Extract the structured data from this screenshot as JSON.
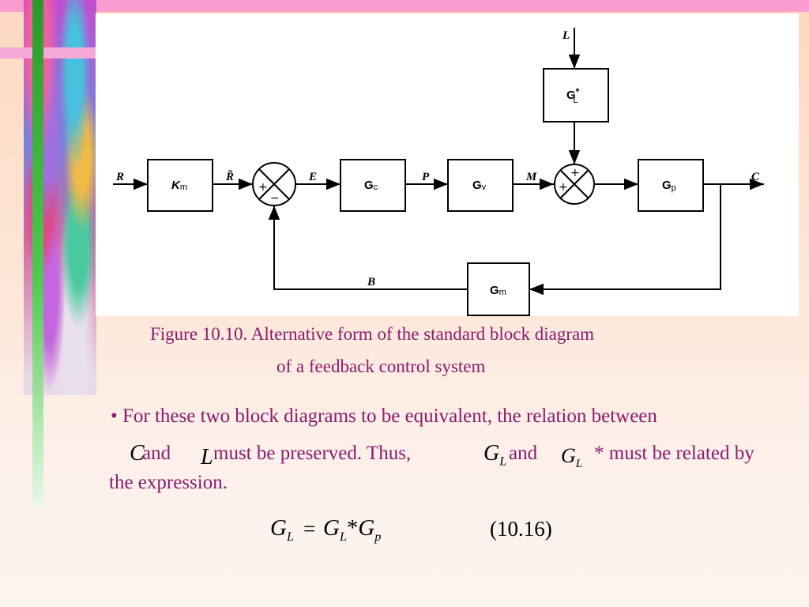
{
  "diagram": {
    "signals": {
      "R": "R",
      "R_tilde": "R̃",
      "E": "E",
      "P": "P",
      "M": "M",
      "C": "C",
      "B": "B",
      "L": "L"
    },
    "blocks": {
      "Km": {
        "main": "K",
        "sub": "m"
      },
      "Gc": {
        "main": "G",
        "sub": "c"
      },
      "Gv": {
        "main": "G",
        "sub": "v"
      },
      "Gp": {
        "main": "G",
        "sub": "p"
      },
      "Gm": {
        "main": "G",
        "sub": "m"
      },
      "GL_star": {
        "main": "G",
        "sub": "L",
        "sup": "*"
      }
    },
    "sum1": {
      "top": "+",
      "bottom": "−"
    },
    "sum2": {
      "top": "+",
      "left": "+"
    }
  },
  "caption": {
    "line1": "Figure 10.10. Alternative form of the standard block diagram",
    "line2": "of a feedback control system"
  },
  "bullet": {
    "line1": "• For these two block diagrams to be equivalent, the relation between",
    "and1": "and",
    "must": "must be preserved. Thus,",
    "and2": "and",
    "related": "* must be related by",
    "line3": "the expression.",
    "sym_C": "C",
    "sym_L": "L",
    "sym_G": "G",
    "sub_L": "L"
  },
  "equation": {
    "lhs_G": "G",
    "lhs_sub": "L",
    "equals": "=",
    "rhs1_G": "G",
    "rhs1_sub": "L",
    "star": "*",
    "rhs2_G": "G",
    "rhs2_sub": "p",
    "number": "(10.16)"
  }
}
